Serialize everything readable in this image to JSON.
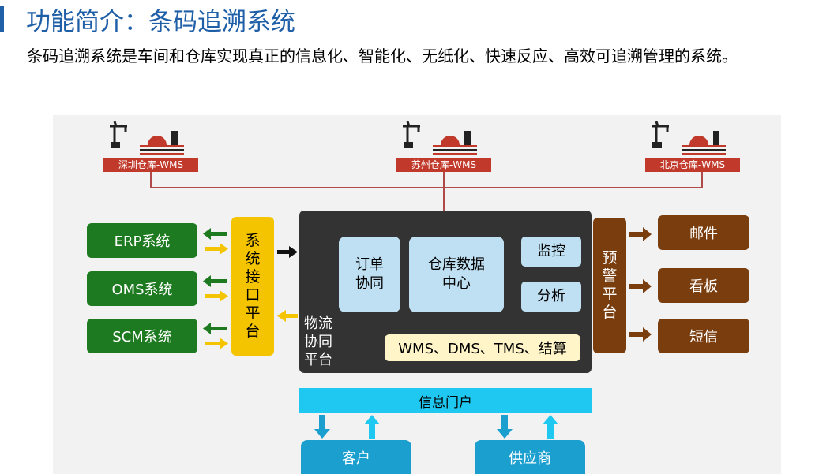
{
  "header": {
    "title": "功能简介：条码追溯系统",
    "intro": "条码追溯系统是车间和仓库实现真正的信息化、智能化、无纸化、快速反应、高效可追溯管理的系统。"
  },
  "warehouses": [
    "深圳仓库-WMS",
    "苏州仓库-WMS",
    "北京仓库-WMS"
  ],
  "left_systems": [
    "ERP系统",
    "OMS系统",
    "SCM系统"
  ],
  "interface_platform": [
    "系",
    "统",
    "接",
    "口",
    "平",
    "台"
  ],
  "collab_platform": {
    "label": [
      "物流",
      "协同",
      "平台"
    ],
    "order": [
      "订单",
      "协同"
    ],
    "data_center": [
      "仓库数据",
      "中心"
    ],
    "monitor": "监控",
    "analysis": "分析",
    "systems": "WMS、DMS、TMS、结算"
  },
  "warning_platform": [
    "预",
    "警",
    "平",
    "台"
  ],
  "outputs": [
    "邮件",
    "看板",
    "短信"
  ],
  "portal": "信息门户",
  "bottom": [
    "客户",
    "供应商"
  ],
  "colors": {
    "title": "#1f5fa8",
    "green": "#1e7a20",
    "yellow": "#f5c400",
    "dark": "#333333",
    "light_blue": "#bfe0f2",
    "brown": "#7a3d0e",
    "cyan": "#1ec8f0",
    "teal": "#1a9fcf",
    "warehouse_red": "#c0392b"
  }
}
